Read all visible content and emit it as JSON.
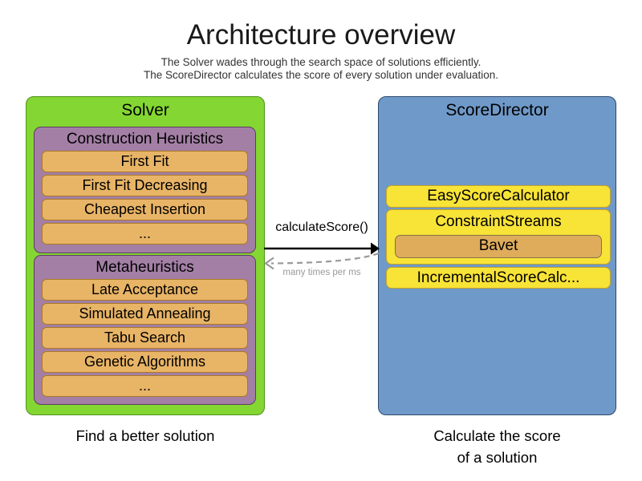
{
  "header": {
    "title": "Architecture overview",
    "subtitle_line1": "The Solver wades through the search space of solutions efficiently.",
    "subtitle_line2": "The ScoreDirector calculates the score of every solution under evaluation."
  },
  "solver": {
    "title": "Solver",
    "caption": "Find a better solution",
    "groups": [
      {
        "title": "Construction Heuristics",
        "items": [
          "First Fit",
          "First Fit Decreasing",
          "Cheapest Insertion",
          "..."
        ]
      },
      {
        "title": "Metaheuristics",
        "items": [
          "Late Acceptance",
          "Simulated Annealing",
          "Tabu Search",
          "Genetic Algorithms",
          "..."
        ]
      }
    ]
  },
  "score_director": {
    "title": "ScoreDirector",
    "caption_line1": "Calculate the score",
    "caption_line2": "of a solution",
    "calculators": [
      "EasyScoreCalculator",
      "ConstraintStreams",
      "IncrementalScoreCalc..."
    ],
    "constraint_streams_impl": "Bavet"
  },
  "interaction": {
    "call_label": "calculateScore()",
    "frequency_label": "many times per ms"
  },
  "colors": {
    "solver_green": "#84D632",
    "solver_green_border": "#4E941A",
    "phase_purple": "#A37FA5",
    "phase_purple_border": "#5C3D63",
    "algorithm_orange": "#E8B466",
    "algorithm_orange_border": "#AA7A25",
    "score_director_blue": "#6F99C8",
    "score_director_blue_border": "#2C4A6E",
    "calculator_yellow": "#F8E337",
    "calculator_yellow_border": "#C2A327",
    "bavet_orange": "#DFAC5C",
    "bavet_orange_border": "#857245",
    "arrow_black": "#000000",
    "return_arrow_gray": "#999999"
  }
}
